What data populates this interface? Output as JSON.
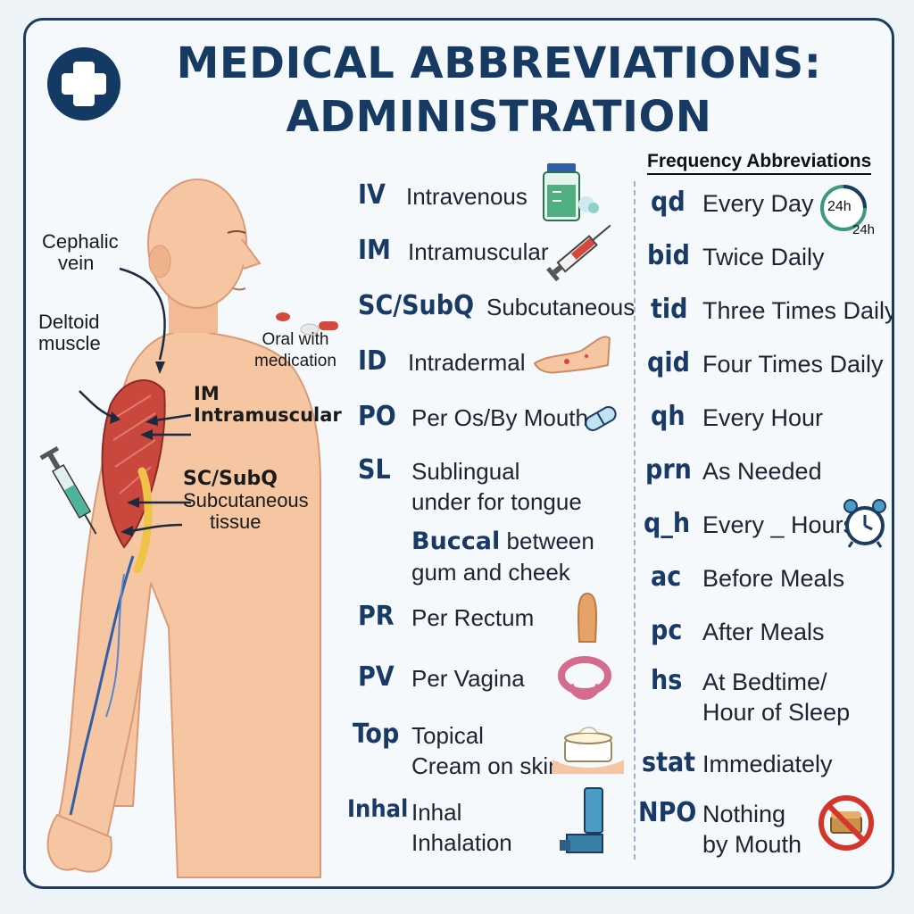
{
  "title": {
    "line1": "MEDICAL ABBREVIATIONS:",
    "line2": "ADMINISTRATION"
  },
  "diagram": {
    "cephalic_vein": [
      "Cephalic",
      "vein"
    ],
    "deltoid_muscle": [
      "Deltoid",
      "muscle"
    ],
    "oral": [
      "Oral with",
      "medication"
    ],
    "im": [
      "IM",
      "Intramuscular"
    ],
    "subq": [
      "SC/SubQ",
      "Subcutaneous",
      "tissue"
    ]
  },
  "routes": [
    {
      "abbr": "IV",
      "meaning": [
        "Intravenous"
      ],
      "icon": "iv-bag-icon"
    },
    {
      "abbr": "IM",
      "meaning": [
        "Intramuscular"
      ],
      "icon": "syringe-icon"
    },
    {
      "abbr": "SC/SubQ",
      "meaning": [
        "Subcutaneous"
      ],
      "icon": ""
    },
    {
      "abbr": "ID",
      "meaning": [
        "Intradermal"
      ],
      "icon": "arm-injection-icon"
    },
    {
      "abbr": "PO",
      "meaning": [
        "Per Os/By Mouth"
      ],
      "icon": "capsule-icon"
    },
    {
      "abbr": "SL",
      "meaning": [
        "Sublingual",
        "under for tongue"
      ],
      "icon": ""
    },
    {
      "abbr": "Buccal",
      "meaning": [
        "between",
        "gum and cheek"
      ],
      "icon": ""
    },
    {
      "abbr": "PR",
      "meaning": [
        "Per Rectum"
      ],
      "icon": "suppository-icon"
    },
    {
      "abbr": "PV",
      "meaning": [
        "Per Vagina"
      ],
      "icon": "pessary-ring-icon"
    },
    {
      "abbr": "Top",
      "meaning": [
        "Topical",
        "Cream on skin"
      ],
      "icon": "cream-jar-icon"
    },
    {
      "abbr": "Inhal",
      "meaning": [
        "Inhal",
        "Inhalation"
      ],
      "icon": "inhaler-icon"
    }
  ],
  "frequency": {
    "heading": "Frequency Abbreviations",
    "clock_label": "24h",
    "clock_label_outer": "24h",
    "items": [
      {
        "abbr": "qd",
        "meaning": [
          "Every Day"
        ]
      },
      {
        "abbr": "bid",
        "meaning": [
          "Twice Daily"
        ]
      },
      {
        "abbr": "tid",
        "meaning": [
          "Three Times Daily"
        ]
      },
      {
        "abbr": "qid",
        "meaning": [
          "Four Times Daily"
        ]
      },
      {
        "abbr": "qh",
        "meaning": [
          "Every Hour"
        ]
      },
      {
        "abbr": "prn",
        "meaning": [
          "As Needed"
        ]
      },
      {
        "abbr": "q_h",
        "meaning": [
          "Every _ Hours"
        ]
      },
      {
        "abbr": "ac",
        "meaning": [
          "Before Meals"
        ]
      },
      {
        "abbr": "pc",
        "meaning": [
          "After Meals"
        ]
      },
      {
        "abbr": "hs",
        "meaning": [
          "At Bedtime/",
          "Hour of Sleep"
        ]
      },
      {
        "abbr": "stat",
        "meaning": [
          "Immediately"
        ]
      },
      {
        "abbr": "NPO",
        "meaning": [
          "Nothing",
          "by Mouth"
        ]
      }
    ]
  },
  "colors": {
    "navy": "#173a63",
    "skin": "#f6c6a2",
    "muscle": "#c9473c",
    "vein": "#2f5fa8"
  }
}
